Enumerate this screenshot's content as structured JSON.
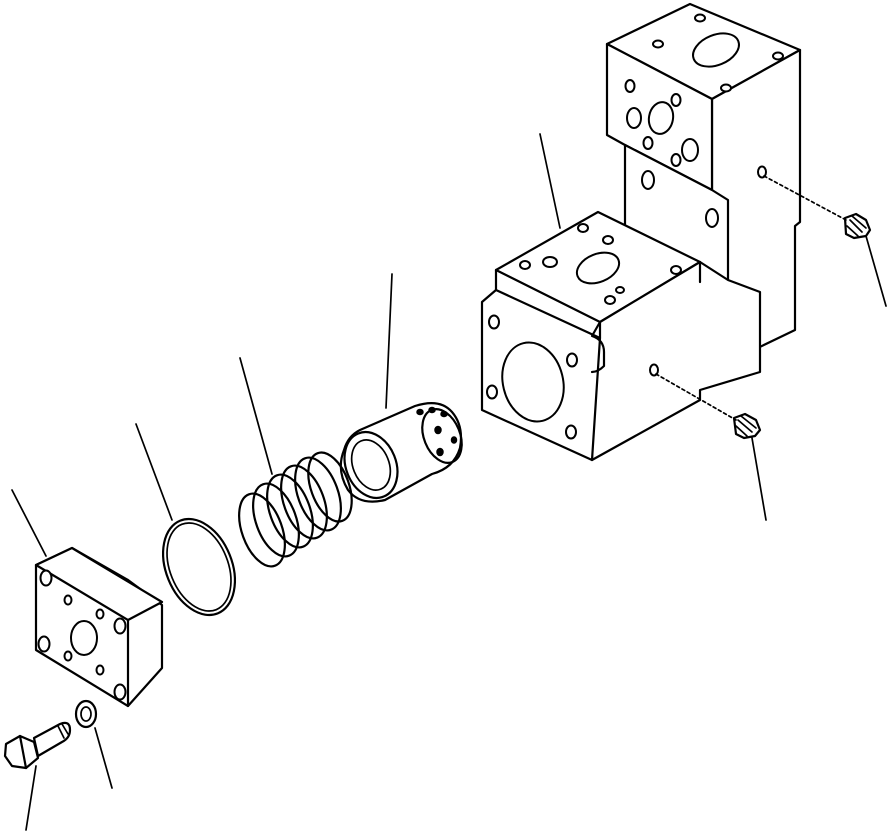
{
  "diagram": {
    "type": "exploded-parts-view",
    "colors": {
      "line": "#000000",
      "background": "#ffffff"
    },
    "parts": [
      {
        "name": "valve-housing"
      },
      {
        "name": "plug-upper"
      },
      {
        "name": "plug-lower"
      },
      {
        "name": "valve-sleeve"
      },
      {
        "name": "spring"
      },
      {
        "name": "o-ring"
      },
      {
        "name": "cover-plate"
      },
      {
        "name": "washer"
      },
      {
        "name": "bolt"
      }
    ]
  }
}
